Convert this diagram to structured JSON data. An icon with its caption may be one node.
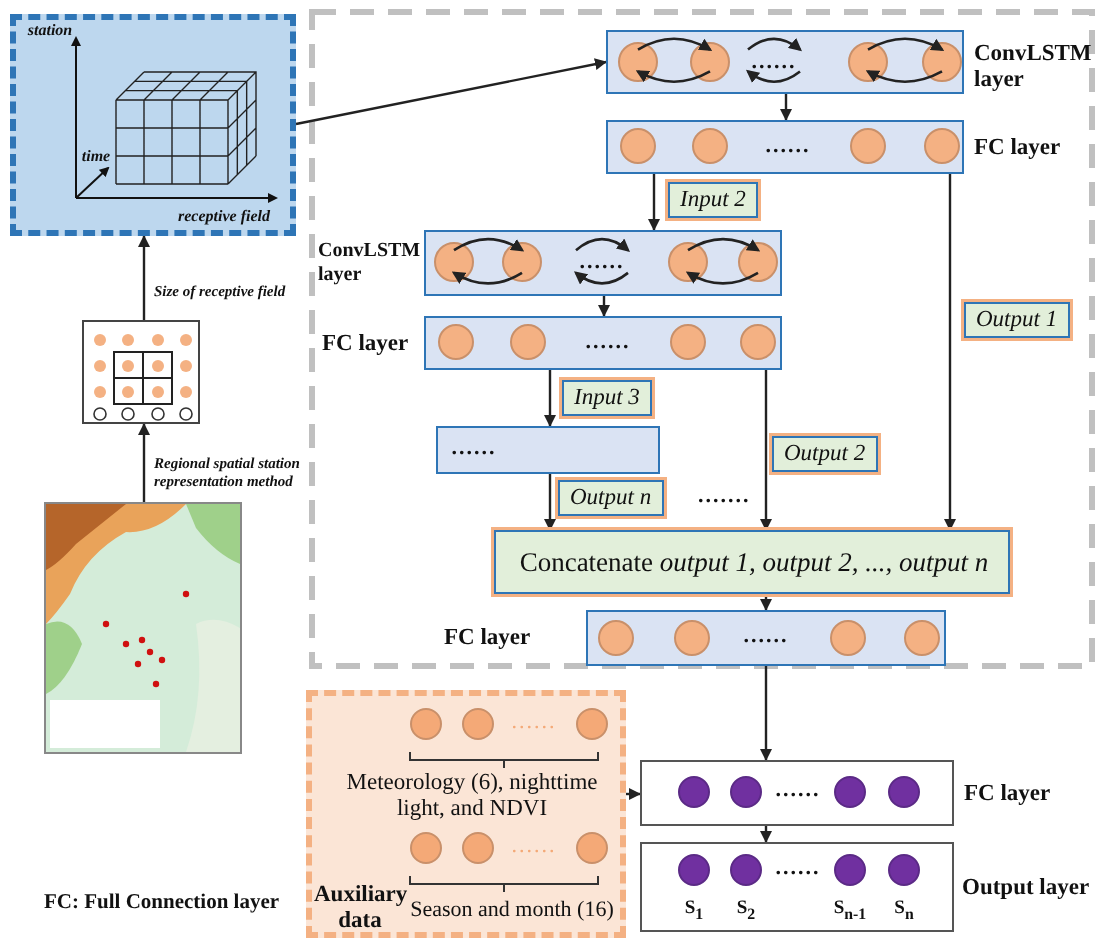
{
  "diagram": {
    "nodes": [
      {
        "text": [
          "station",
          "time",
          "receptive field"
        ]
      },
      {
        "text": [],
        "shape": "picture"
      },
      {
        "text": [],
        "shape": "picture"
      },
      {
        "text": [
          "......"
        ],
        "beside": [
          "ConvLSTM layer"
        ]
      },
      {
        "text": [
          "......"
        ],
        "beside": [
          "FC layer"
        ]
      },
      {
        "text": [
          "......"
        ],
        "beside": [
          "ConvLSTM layer"
        ]
      },
      {
        "text": [
          "......"
        ],
        "beside": [
          "FC layer"
        ]
      },
      {
        "text": [
          "......"
        ]
      },
      {
        "text": [
          "Concatenate *output 1, output 2, ..., output n*"
        ]
      },
      {
        "text": [
          "......"
        ],
        "beside": [
          "FC layer"
        ]
      },
      {
        "text": [
          "......",
          "Meteorology (6), nighttime light, and NDVI",
          "......",
          "Auxiliary data",
          "Season and month (16)"
        ]
      },
      {
        "text": [
          "......"
        ],
        "beside": [
          "FC layer"
        ]
      },
      {
        "text": [
          "S$_{1}$",
          "S$_{2}$",
          "......",
          "S$_{n-1}$",
          "S$_{n}$"
        ],
        "beside": [
          "Output layer"
        ]
      }
    ],
    "edges": [
      {
        "from": 0,
        "to": 3,
        "arrow": "to"
      },
      {
        "from": 1,
        "to": 0,
        "arrow": "to",
        "label": "Size of receptive field"
      },
      {
        "from": 2,
        "to": 1,
        "arrow": "to",
        "label": "Regional spatial station representation method"
      },
      {
        "from": 3,
        "to": 4,
        "arrow": "to"
      },
      {
        "from": 4,
        "to": 5,
        "arrow": "to",
        "label": "Input 2"
      },
      {
        "from": 4,
        "to": 8,
        "arrow": "to",
        "label": "Output 1"
      },
      {
        "from": 5,
        "to": 6,
        "arrow": "to"
      },
      {
        "from": 6,
        "to": 7,
        "arrow": "to",
        "label": "Input 3"
      },
      {
        "from": 6,
        "to": 8,
        "arrow": "to",
        "label": "Output 2"
      },
      {
        "from": 7,
        "to": 8,
        "arrow": "to",
        "label": "Output n"
      },
      {
        "from": 8,
        "to": 9,
        "arrow": "to"
      },
      {
        "from": 9,
        "to": 11,
        "arrow": "to"
      },
      {
        "from": 10,
        "to": 11,
        "arrow": "to"
      },
      {
        "from": 11,
        "to": 12,
        "arrow": "to"
      }
    ],
    "labels": [
      ".......",
      "FC: Full Connection layer"
    ]
  }
}
